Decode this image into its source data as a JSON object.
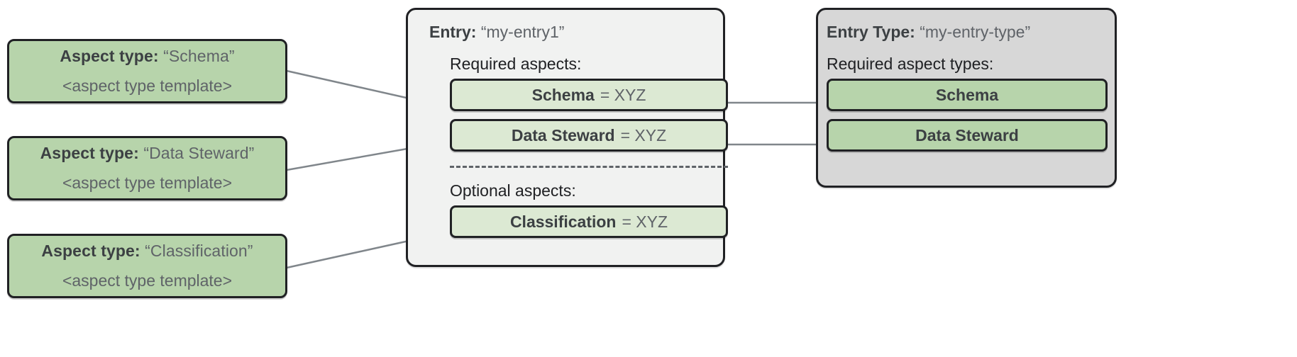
{
  "diagram": {
    "colors": {
      "aspect_type_card_bg": "#b7d4ab",
      "aspect_row_bg": "#dce9d3",
      "entry_panel_bg": "#f1f2f1",
      "entry_type_panel_bg": "#d7d7d7",
      "border": "#202124",
      "connector": "#80868b",
      "label_text": "#3c4043",
      "value_text": "#5f6368"
    },
    "aspect_type_cards": [
      {
        "label": "Aspect type:",
        "value": "“Schema”",
        "template": "<aspect type template>"
      },
      {
        "label": "Aspect type:",
        "value": "“Data Steward”",
        "template": "<aspect type template>"
      },
      {
        "label": "Aspect type:",
        "value": "“Classification”",
        "template": "<aspect type template>"
      }
    ],
    "entry_panel": {
      "label": "Entry:",
      "value": "“my-entry1”",
      "required_label": "Required aspects:",
      "required_aspects": [
        {
          "name": "Schema",
          "value": "= XYZ"
        },
        {
          "name": "Data Steward",
          "value": "= XYZ"
        }
      ],
      "optional_label": "Optional aspects:",
      "optional_aspects": [
        {
          "name": "Classification",
          "value": "= XYZ"
        }
      ]
    },
    "entry_type_panel": {
      "label": "Entry Type:",
      "value": "“my-entry-type”",
      "required_label": "Required aspect types:",
      "required_aspect_types": [
        {
          "name": "Schema"
        },
        {
          "name": "Data Steward"
        }
      ]
    }
  }
}
